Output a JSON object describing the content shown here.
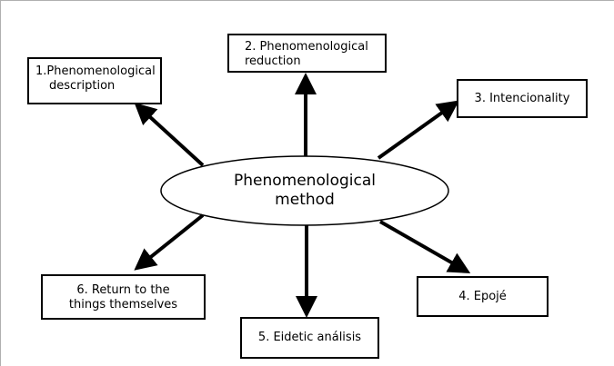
{
  "diagram": {
    "center": {
      "line1": "Phenomenological",
      "line2": "method"
    },
    "nodes": [
      {
        "id": "1",
        "line1": "1.Phenomenological",
        "line2": "description"
      },
      {
        "id": "2",
        "line1": "2. Phenomenological",
        "line2": "reduction"
      },
      {
        "id": "3",
        "line1": "3. Intencionality"
      },
      {
        "id": "4",
        "line1": "4. Epojé"
      },
      {
        "id": "5",
        "line1": "5. Eidetic análisis"
      },
      {
        "id": "6",
        "line1": "6. Return to the",
        "line2": "things themselves"
      }
    ],
    "colors": {
      "stroke": "#000000",
      "background": "#ffffff"
    }
  }
}
